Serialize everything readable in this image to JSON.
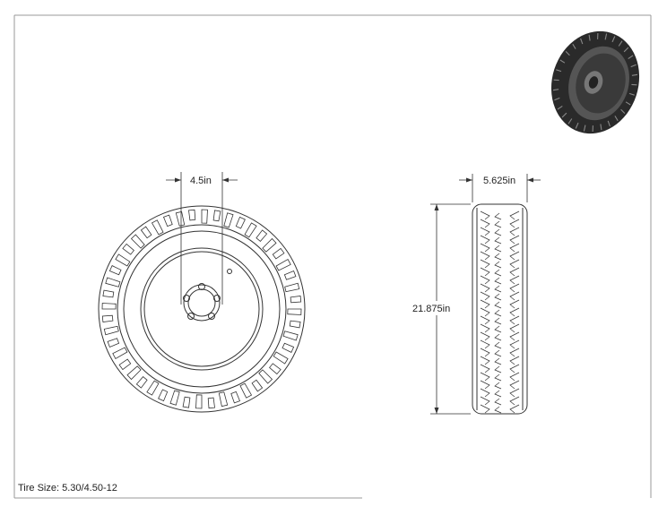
{
  "dimensions": {
    "hub_width": "4.5in",
    "tire_width": "5.625in",
    "tire_diameter": "21.875in"
  },
  "caption": "Tire Size: 5.30/4.50-12",
  "colors": {
    "line": "#333333",
    "frame": "#999999",
    "iso_fill": "#2a2a2a"
  }
}
